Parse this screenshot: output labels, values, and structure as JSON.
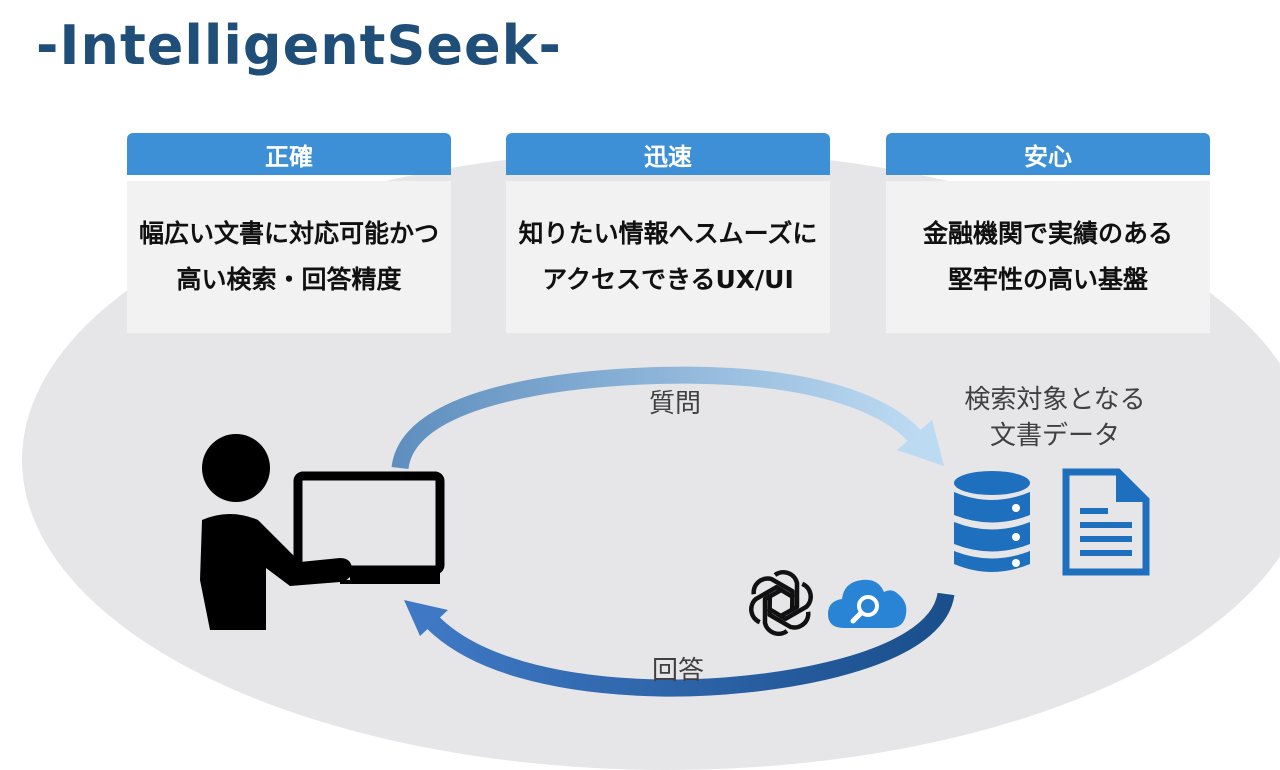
{
  "title": "-IntelligentSeek-",
  "cards": [
    {
      "header": "正確",
      "lines": [
        "幅広い文書に対応可能かつ",
        "高い検索・回答精度"
      ]
    },
    {
      "header": "迅速",
      "lines": [
        "知りたい情報へスムーズに",
        "アクセスできるUX/UI"
      ]
    },
    {
      "header": "安心",
      "lines": [
        "金融機関で実績のある",
        "堅牢性の高い基盤"
      ]
    }
  ],
  "flow": {
    "question": "質問",
    "answer": "回答",
    "target_lines": [
      "検索対象となる",
      "文書データ"
    ]
  },
  "icons": [
    "person-at-laptop-icon",
    "openai-logo-icon",
    "cloud-search-icon",
    "database-icon",
    "document-icon"
  ],
  "colors": {
    "title": "#1f4e79",
    "card_header": "#3d8fd6",
    "card_body": "#f2f2f2",
    "ellipse": "#e6e5e7",
    "blue_dark": "#1f5aa0",
    "blue_light": "#b9d6ef"
  }
}
